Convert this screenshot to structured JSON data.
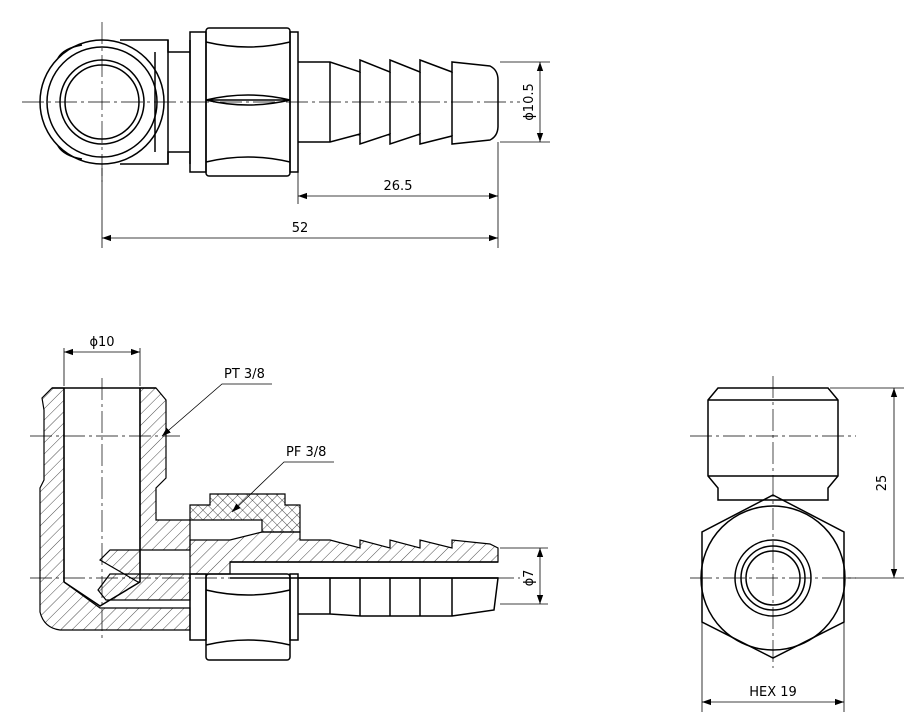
{
  "top_view": {
    "dia_hose": "ϕ10.5",
    "len_barb": "26.5",
    "len_total": "52"
  },
  "section_view": {
    "dia_bore": "ϕ10",
    "thread_male": "PT 3/8",
    "thread_female": "PF 3/8",
    "dia_passage": "ϕ7"
  },
  "side_view": {
    "height": "25",
    "hex": "HEX 19"
  }
}
